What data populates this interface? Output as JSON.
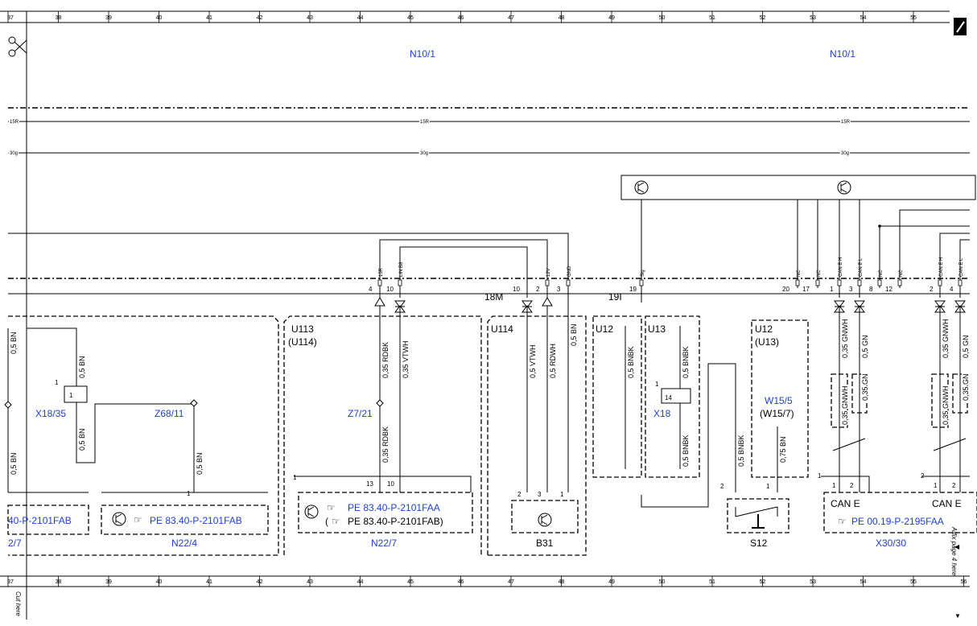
{
  "ruler_top": [
    "37",
    "38",
    "39",
    "40",
    "41",
    "42",
    "43",
    "44",
    "45",
    "46",
    "47",
    "48",
    "49",
    "50",
    "51",
    "52",
    "53",
    "54",
    "55"
  ],
  "ruler_bottom": [
    "37",
    "38",
    "39",
    "40",
    "41",
    "42",
    "43",
    "44",
    "45",
    "46",
    "47",
    "48",
    "49",
    "50",
    "51",
    "52",
    "53",
    "54",
    "55",
    "56"
  ],
  "side_notes": {
    "cut_here": "Cut here",
    "affix": "Affix page 4 here"
  },
  "buses": {
    "fifteen_r": "15R",
    "thirty_g": "30g"
  },
  "modules": {
    "n10_left": "N10/1",
    "n10_right": "N10/1"
  },
  "pin_labels": {
    "p15r": "15R",
    "lin": "LIN B8",
    "v12": "12V",
    "gnd": "GND",
    "sig": "Sig",
    "nc": "NC",
    "cane_h": "CAN E H",
    "cane_l": "CAN E L"
  },
  "pin_numbers": {
    "n4": "4",
    "n10": "10",
    "n10b": "10",
    "n2": "2",
    "n3": "3",
    "n19": "19",
    "n20": "20",
    "n17": "17",
    "n1": "1",
    "n3b": "3",
    "n8": "8",
    "n12": "12",
    "n2b": "2",
    "n4b": "4"
  },
  "connectors": {
    "m18": "18M",
    "i19": "19I"
  },
  "wires": {
    "w1": "0,5 BN",
    "w2": "0,5 BN",
    "w3": "0,5 BN",
    "w4": "0,5 BN",
    "w5": "0,5 BN",
    "w6": "0,35 RDBK",
    "w7": "0,35 VTWH",
    "w8": "0,35 RDBK",
    "w9": "0,5 VTWH",
    "w10": "0,5 RDWH",
    "w11": "0,5 BN",
    "w12": "0,5 BNBK",
    "w13": "0,5 BNBK",
    "w14": "0,5 BNBK",
    "w15": "0,5 BNBK",
    "w16": "0,75 BN",
    "w17": "0,35 GNWH",
    "w18": "0,5 GN",
    "w19": "0,35 GNWH",
    "w20": "0,35 GN",
    "w21": "0,35 GNWH",
    "w22": "0,5 GN",
    "w23": "0,35 GNWH",
    "w24": "0,35 GN"
  },
  "components": {
    "x18_35": "X18/35",
    "z68_11": "Z68/11",
    "z7_21": "Z7/21",
    "x18": "X18",
    "u113": "U113",
    "u114p": "(U114)",
    "u114": "U114",
    "u12": "U12",
    "u13": "U13",
    "u12b": "U12",
    "u13p": "(U13)",
    "w15_5": "W15/5",
    "w15_7p": "(W15/7)",
    "x18_pin1": "1",
    "x18_14": "14",
    "x18_1": "1",
    "x18_35_1": "1"
  },
  "lower_blocks": {
    "ref_left": "40-P-2101FAB",
    "ref_n224": "PE 83.40-P-2101FAB",
    "ref_n227a": "PE 83.40-P-2101FAA",
    "ref_n227b": "PE 83.40-P-2101FAB)",
    "ref_n227b_open": "(",
    "ref_x30": "PE 00.19-P-2195FAA",
    "can_e1": "CAN E",
    "can_e2": "CAN E",
    "n22_4": "N22/4",
    "n22_7": "N22/7",
    "b31": "B31",
    "s12": "S12",
    "x30_30": "X30/30",
    "left_frag": "2/7",
    "pins_n227_13": "13",
    "pins_n227_10": "10",
    "pins_n227_1": "1",
    "pins_n224_1": "1",
    "pins_b31_2": "2",
    "pins_b31_3": "3",
    "pins_b31_1": "1",
    "pins_s12_2": "2",
    "pins_s12_1": "1",
    "pins_x30_1": "1",
    "pins_x30_1b": "1",
    "pins_x30_2": "2",
    "pins_x30b_2": "2",
    "pins_x30b_1": "1",
    "pins_x30b_2b": "2"
  }
}
